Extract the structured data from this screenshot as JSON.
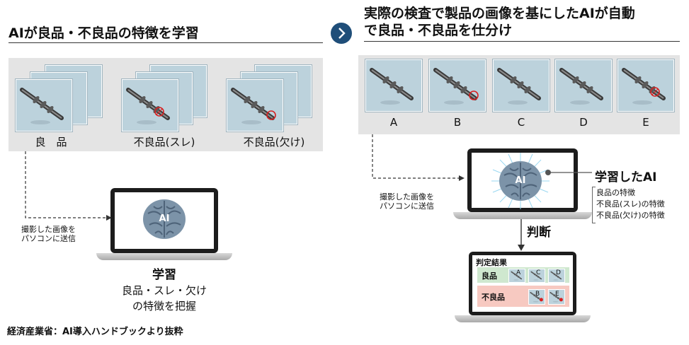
{
  "left": {
    "title": "AIが良品・不良品の特徴を学習",
    "groups": [
      {
        "label": "良　品"
      },
      {
        "label": "不良品(スレ)"
      },
      {
        "label": "不良品(欠け)"
      }
    ],
    "send_note": [
      "撮影した画像を",
      "パソコンに送信"
    ],
    "brain_text": "AI",
    "learn_title": "学習",
    "learn_desc": [
      "良品・スレ・欠け",
      "の特徴を把握"
    ]
  },
  "right": {
    "title_lines": [
      "実際の検査で製品の画像を基にしたAIが自動",
      "で良品・不良品を仕分け"
    ],
    "samples": [
      {
        "label": "A"
      },
      {
        "label": "B"
      },
      {
        "label": "C"
      },
      {
        "label": "D"
      },
      {
        "label": "E"
      }
    ],
    "send_note": [
      "撮影した画像を",
      "パソコンに送信"
    ],
    "brain_text": "AI",
    "trained_title": "学習したAI",
    "trained_items": [
      "良品の特徴",
      "不良品(スレ)の特徴",
      "不良品(欠け)の特徴"
    ],
    "judge_label": "判断",
    "result": {
      "heading": "判定結果",
      "good_label": "良品",
      "good_items": [
        "A",
        "C",
        "D"
      ],
      "bad_label": "不良品",
      "bad_items": [
        "B",
        "E"
      ]
    }
  },
  "arrow_icon": "chevron-right-icon",
  "source": "経済産業省：AI導入ハンドブックより抜粋",
  "colors": {
    "good_bg": "#cfe8cf",
    "bad_bg": "#f7c9c1",
    "defect_ring": "#d62020",
    "arrow_circle": "#1f4e79",
    "thumb_bg": "#bcd2dc"
  }
}
